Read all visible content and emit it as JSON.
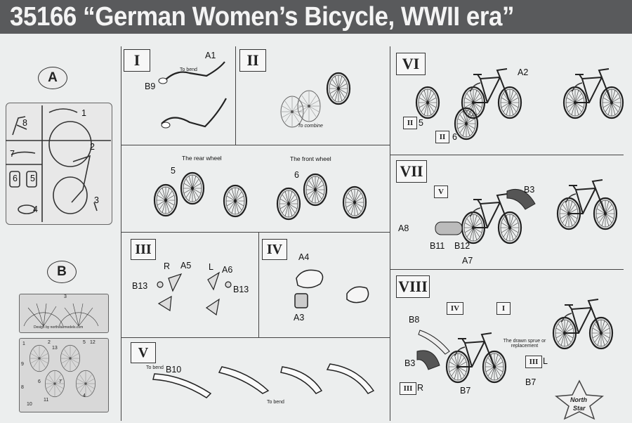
{
  "header": {
    "title": "35166 “German Women’s Bicycle, WWII era”"
  },
  "parts": {
    "sheet_a_label": "A",
    "sheet_b_label": "B",
    "a_numbers": [
      "1",
      "2",
      "3",
      "4",
      "5",
      "6",
      "7",
      "8"
    ],
    "b_numbers": [
      "1",
      "2",
      "3",
      "4",
      "5",
      "6",
      "7",
      "8",
      "9",
      "10",
      "11",
      "12",
      "13"
    ],
    "b_credit": "Design by northstarmodels.com"
  },
  "steps": {
    "I": {
      "label": "I",
      "callouts": [
        "A1",
        "B9"
      ],
      "note": "To bend"
    },
    "II": {
      "label": "II",
      "note": "To combine"
    },
    "wheels": {
      "rear_title": "The rear wheel",
      "front_title": "The front wheel",
      "rear_num": "5",
      "front_num": "6"
    },
    "III": {
      "label": "III",
      "callouts": [
        "R",
        "A5",
        "L",
        "A6",
        "B13",
        "B13"
      ]
    },
    "IV": {
      "label": "IV",
      "callouts": [
        "A4",
        "A3"
      ]
    },
    "V": {
      "label": "V",
      "callouts": [
        "B10"
      ],
      "note1": "To bend",
      "note2": "To bend"
    },
    "VI": {
      "label": "VI",
      "callouts": [
        "A2",
        "II",
        "5",
        "II",
        "6"
      ]
    },
    "VII": {
      "label": "VII",
      "callouts": [
        "V",
        "B3",
        "A8",
        "B11",
        "B12",
        "A7"
      ]
    },
    "VIII": {
      "label": "VIII",
      "callouts": [
        "IV",
        "I",
        "B8",
        "B3",
        "III",
        "R",
        "B7",
        "B7",
        "III",
        "L"
      ],
      "note": "The drawn sprue or replacement"
    }
  },
  "logo": {
    "line1": "North",
    "line2": "Star"
  }
}
